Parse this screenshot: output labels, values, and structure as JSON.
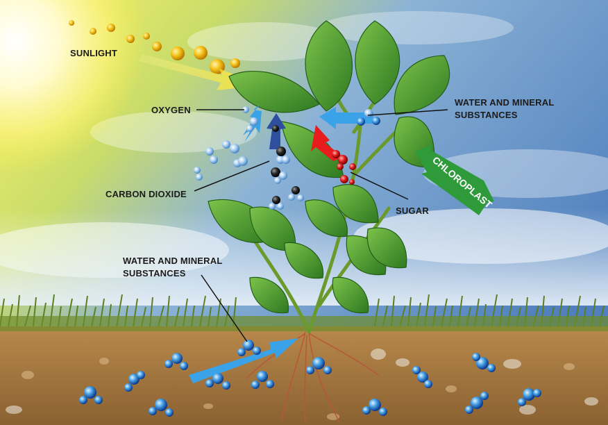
{
  "labels": {
    "sunlight": "SUNLIGHT",
    "oxygen": "OXYGEN",
    "carbon_dioxide": "CARBON DIOXIDE",
    "water_top_line1": "WATER AND MINERAL",
    "water_top_line2": "SUBSTANCES",
    "sugar": "SUGAR",
    "chloroplast": "CHLOROPLAST",
    "water_bottom_line1": "WATER AND MINERAL",
    "water_bottom_line2": "SUBSTANCES"
  },
  "colors": {
    "sun": "#fffbe0",
    "sky_blue": "#5b8fc9",
    "leaf_green": "#3f8f2a",
    "soil": "#a5773f",
    "water_arrow": "#3aa3e8",
    "sugar_arrow": "#e81c1c",
    "co2_arrow": "#2d4f9e",
    "chloroplast_arrow": "#2f9a3a"
  }
}
